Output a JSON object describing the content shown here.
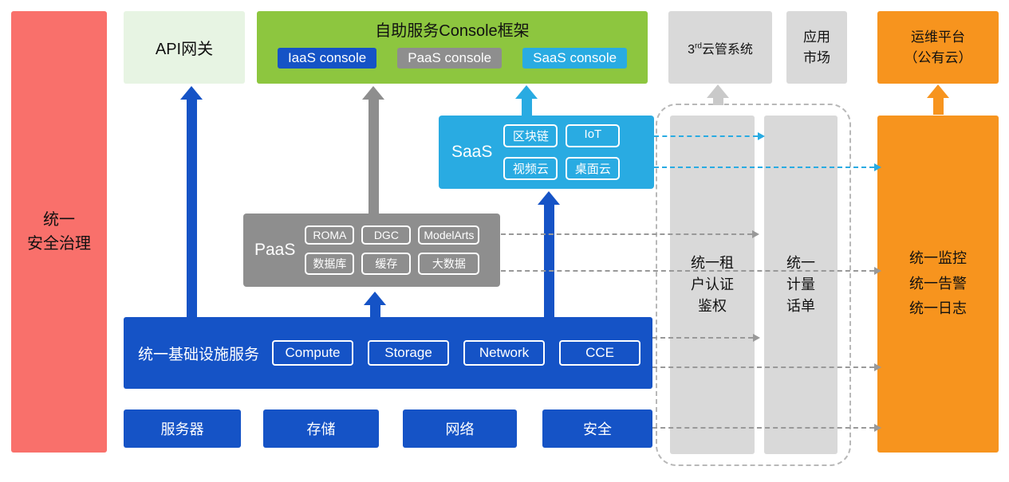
{
  "palette": {
    "red": "#F9706B",
    "lightgreen": "#E7F4E3",
    "green": "#8DC63F",
    "blue": "#1553C6",
    "gray": "#8E8E8E",
    "lightgray": "#D9D9D9",
    "cyan": "#29ABE2",
    "orange": "#F7941E",
    "dash": "#B8B8B8",
    "line": "#999999",
    "arrowlight": "#C9C9C9"
  },
  "security_bar": {
    "label": "统一\n安全治理"
  },
  "api_gateway": {
    "label": "API网关"
  },
  "console_frame": {
    "title": "自助服务Console框架",
    "consoles": [
      {
        "label": "IaaS console"
      },
      {
        "label": "PaaS console"
      },
      {
        "label": "SaaS console"
      }
    ]
  },
  "third_cloud": {
    "prefix": "3",
    "sup": "rd",
    "suffix": "云管系统"
  },
  "app_market": {
    "label": "应用\n市场"
  },
  "om_platform": {
    "label": "运维平台\n（公有云）"
  },
  "saas": {
    "label": "SaaS",
    "tags": [
      "区块链",
      "IoT",
      "视频云",
      "桌面云"
    ]
  },
  "paas": {
    "label": "PaaS",
    "tags": [
      "ROMA",
      "DGC",
      "ModelArts",
      "数据库",
      "缓存",
      "大数据"
    ]
  },
  "iaas": {
    "label": "统一基础设施服务",
    "tags": [
      "Compute",
      "Storage",
      "Network",
      "CCE"
    ]
  },
  "infrastructure": {
    "items": [
      "服务器",
      "存储",
      "网络",
      "安全"
    ]
  },
  "auth_bar": {
    "label": "统一租\n户认证\n鉴权"
  },
  "metering_bar": {
    "label": "统一\n计量\n话单"
  },
  "monitor_bar": {
    "label": "统一监控\n统一告警\n统一日志"
  }
}
